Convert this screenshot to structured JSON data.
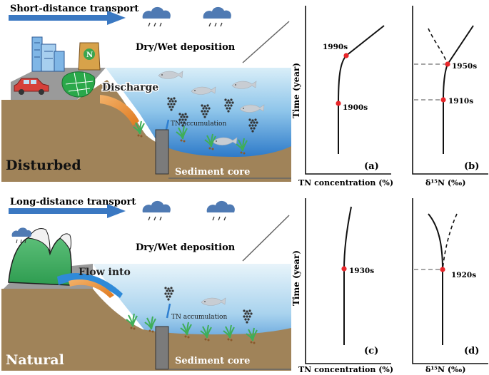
{
  "top": {
    "transport_label": "Short-distance transport",
    "deposition_label": "Dry/Wet deposition",
    "discharge_label": "Discharge",
    "accumulation_label": "TN accumulation",
    "scene_label": "Disturbed",
    "core_label": "Sediment core"
  },
  "bottom": {
    "transport_label": "Long-distance transport",
    "deposition_label": "Dry/Wet deposition",
    "flow_label": "Flow into",
    "accumulation_label": "TN accumulation",
    "scene_label": "Natural",
    "core_label": "Sediment core"
  },
  "panels": {
    "a": {
      "letter": "(a)",
      "ylabel": "Time (year)",
      "xlabel": "TN concentration (%)",
      "markers": [
        "1990s",
        "1900s"
      ]
    },
    "b": {
      "letter": "(b)",
      "xlabel": "δ¹⁵N (‰)",
      "markers": [
        "1950s",
        "1910s"
      ]
    },
    "c": {
      "letter": "(c)",
      "ylabel": "Time (year)",
      "xlabel": "TN concentration (%)",
      "markers": [
        "1930s"
      ]
    },
    "d": {
      "letter": "(d)",
      "xlabel": "δ¹⁵N (‰)",
      "markers": [
        "1920s"
      ]
    }
  },
  "colors": {
    "water": "#2f7fd0",
    "water_light": "#b9dbee",
    "soil": "#a08359",
    "arrow": "#4a86c6",
    "marker": "#e8262a",
    "cloud": "#4f7ab3"
  }
}
